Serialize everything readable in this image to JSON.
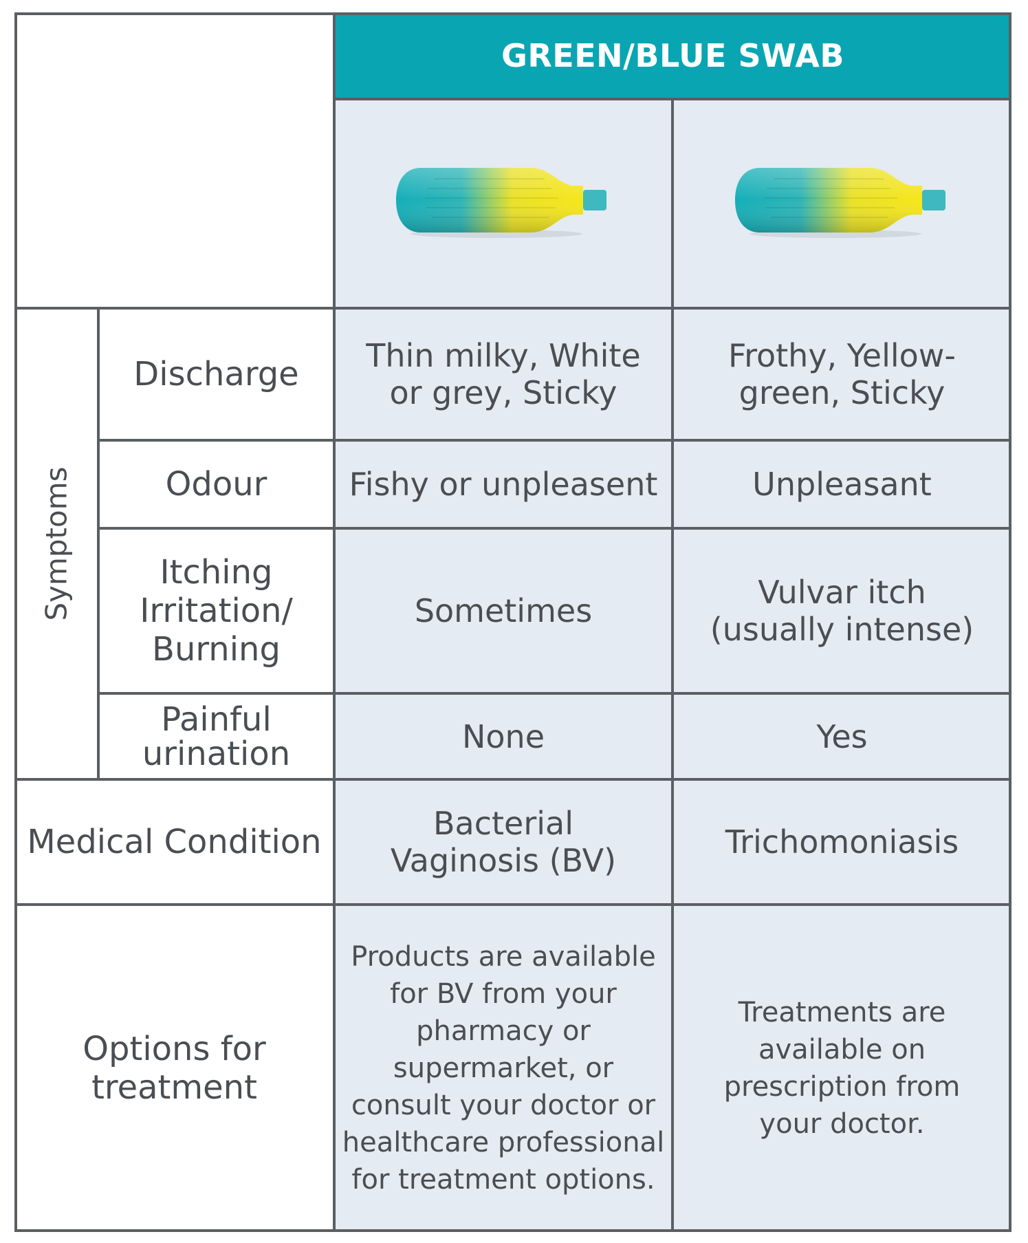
{
  "header": {
    "title": "GREEN/BLUE SWAB"
  },
  "swab": {
    "icon": "swab-icon",
    "head_color_left": "#14aeb8",
    "head_color_right": "#f2e221",
    "stem_color": "#3fb8c0"
  },
  "group_label": "Symptoms",
  "rows": [
    {
      "label": "Discharge",
      "col1": "Thin milky, White or grey, Sticky",
      "col2": "Frothy, Yellow-green, Sticky"
    },
    {
      "label": "Odour",
      "col1": "Fishy or unpleasent",
      "col2": "Unpleasant"
    },
    {
      "label": "Itching Irritation/ Burning",
      "col1": "Sometimes",
      "col2": "Vulvar itch (usually intense)"
    },
    {
      "label": "Painful urination",
      "col1": "None",
      "col2": "Yes"
    },
    {
      "label": "Medical Condition",
      "col1": "Bacterial Vaginosis (BV)",
      "col2": "Trichomoniasis"
    },
    {
      "label": "Options for treatment",
      "col1": "Products are available for BV from your pharmacy or supermarket, or consult your doctor or healthcare professional for treatment options.",
      "col2": "Treatments are available on prescription from your doctor."
    }
  ],
  "colors": {
    "accent": "#0aa5b2",
    "cell_bg": "#e4ebf2",
    "grid": "#5a5f63",
    "text": "#4a4e53"
  }
}
